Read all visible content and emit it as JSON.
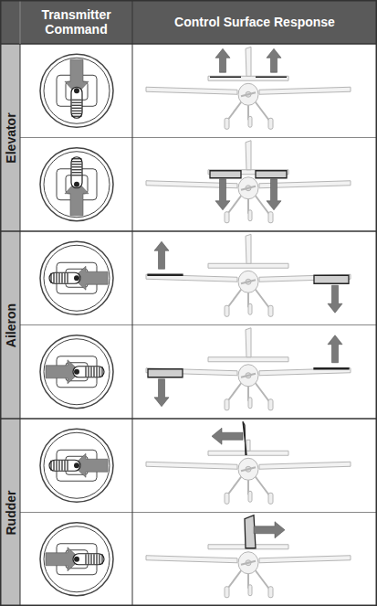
{
  "diagram": {
    "labels": [
      "Transmitter Command",
      "Control Surface Response",
      "Elevator",
      "Aileron",
      "Rudder"
    ]
  }
}
